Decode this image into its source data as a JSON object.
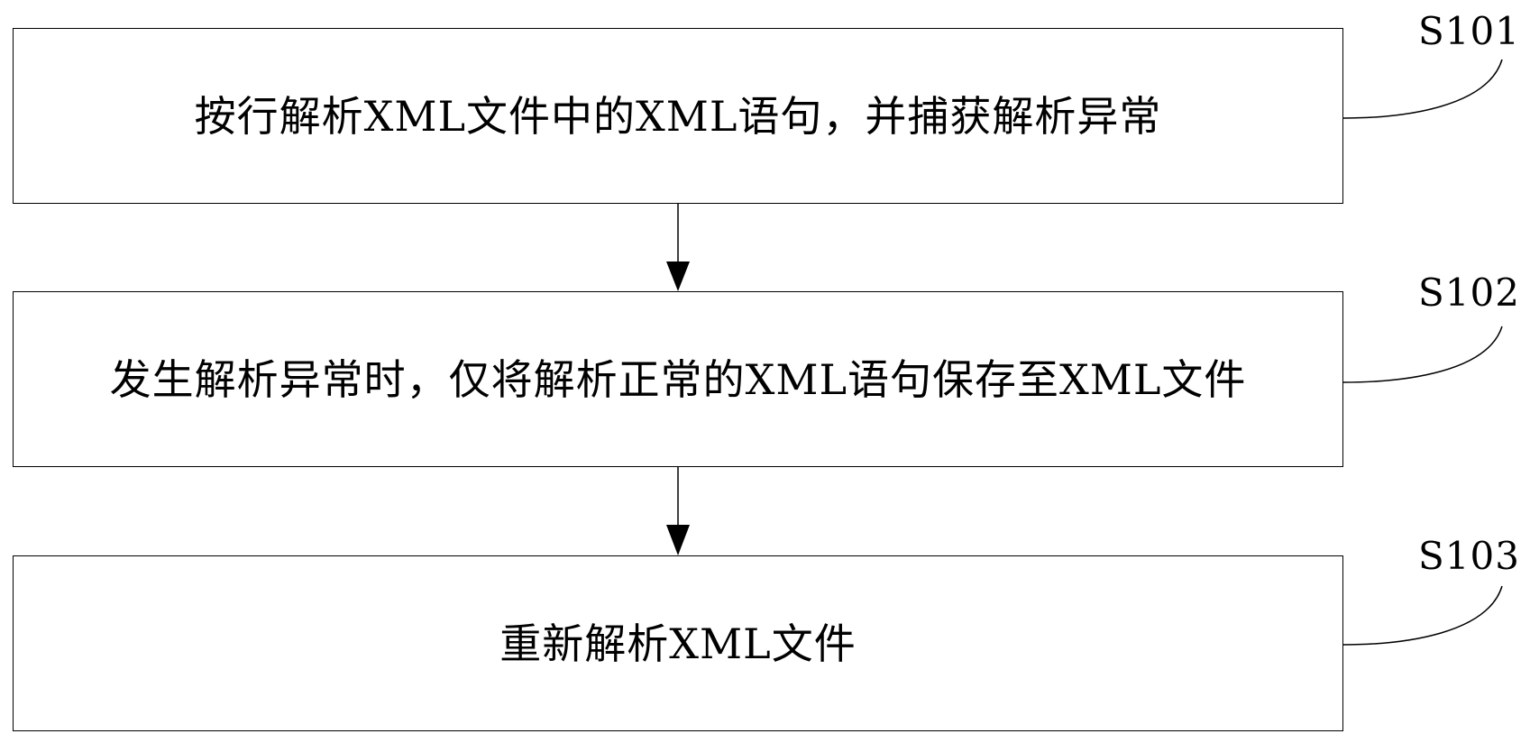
{
  "steps": [
    {
      "id": "S101",
      "text": "按行解析XML文件中的XML语句，并捕获解析异常"
    },
    {
      "id": "S102",
      "text": "发生解析异常时，仅将解析正常的XML语句保存至XML文件"
    },
    {
      "id": "S103",
      "text": "重新解析XML文件"
    }
  ]
}
